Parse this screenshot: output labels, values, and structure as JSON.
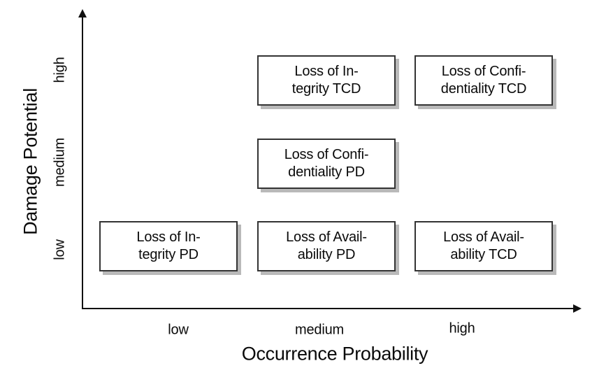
{
  "chart_data": {
    "type": "scatter",
    "title": "",
    "xlabel": "Occurrence Probability",
    "ylabel": "Damage Potential",
    "x_ticks": [
      "low",
      "medium",
      "high"
    ],
    "y_ticks": [
      "low",
      "medium",
      "high"
    ],
    "grid": false,
    "legend": false,
    "points": [
      {
        "x": "medium",
        "y": "high",
        "label": "Loss of Integrity TCD",
        "lines": [
          "Loss of In-",
          "tegrity TCD"
        ]
      },
      {
        "x": "high",
        "y": "high",
        "label": "Loss of Confidentiality TCD",
        "lines": [
          "Loss of Confi-",
          "dentiality TCD"
        ]
      },
      {
        "x": "medium",
        "y": "medium",
        "label": "Loss of Confidentiality PD",
        "lines": [
          "Loss of Confi-",
          "dentiality PD"
        ]
      },
      {
        "x": "low",
        "y": "low",
        "label": "Loss of Integrity PD",
        "lines": [
          "Loss of In-",
          "tegrity PD"
        ]
      },
      {
        "x": "medium",
        "y": "low",
        "label": "Loss of Availability PD",
        "lines": [
          "Loss of Avail-",
          "ability PD"
        ]
      },
      {
        "x": "high",
        "y": "low",
        "label": "Loss of Availability TCD",
        "lines": [
          "Loss of Avail-",
          "ability TCD"
        ]
      }
    ]
  },
  "colors": {
    "background": "#ffffff",
    "axis": "#111111",
    "text": "#0a0a0a",
    "box_border": "#333333",
    "box_fill": "#ffffff",
    "box_shadow": "#b9b9b9"
  }
}
